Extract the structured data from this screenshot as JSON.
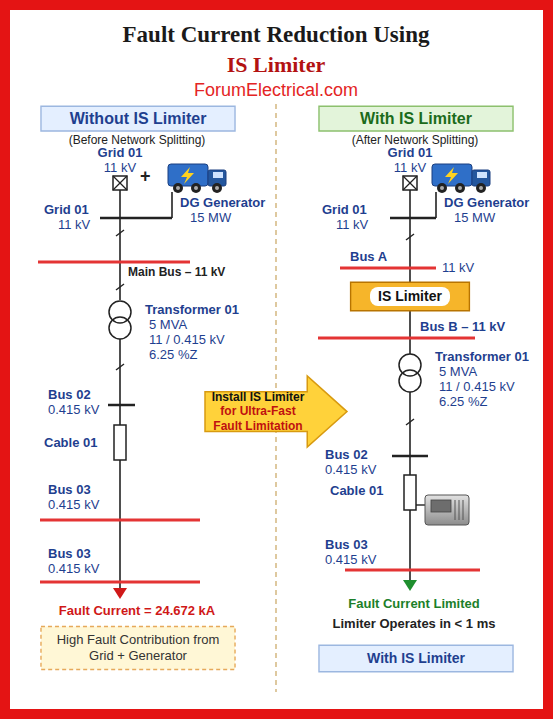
{
  "diagram": {
    "title": "Fault Current Reduction Using",
    "nodes": [
      {
        "text": [
          "Without IS Limiter"
        ]
      },
      {
        "text": [
          "With IS Limiter"
        ]
      },
      {
        "text": [
          "Install IS Limiter",
          "for Ultra-Fast Fault Limitation"
        ]
      },
      {
        "text": [
          "IS Limiter"
        ]
      },
      {
        "text": [
          "High Fault Contribution from Grid + Generator"
        ]
      },
      {
        "text": [
          "With IS Limiter"
        ]
      }
    ],
    "labels": [
      "IS Limiter",
      "ForumElectrical.com",
      "(Before Network Splitting)",
      "Grid 01",
      "11 kV",
      "+",
      "Grid 01",
      "11 kV",
      "DG Generator",
      "15 MW",
      "Main Bus – 11 kV",
      "Transformer 01",
      "5 MVA",
      "11 / 0.415 kV",
      "6.25 %Z",
      "Bus 02",
      "0.415 kV",
      "Cable 01",
      "Bus 03",
      "0.415 kV",
      "Bus 03",
      "0.415 kV",
      "Fault Current = 24.672 kA",
      "(After Network Splitting)",
      "Grid 01",
      "11 kV",
      "Grid 01",
      "11 kV",
      "DG Generator",
      "15 MW",
      "Bus A",
      "11 kV",
      "Bus B – 11 kV",
      "Transformer 01",
      "5 MVA",
      "11 / 0.415 kV",
      "6.25 %Z",
      "Bus 02",
      "0.415 kV",
      "Cable 01",
      "Bus 03",
      "0.415 kV",
      "Fault Current Limited",
      "Limiter Operates in < 1 ms"
    ]
  }
}
